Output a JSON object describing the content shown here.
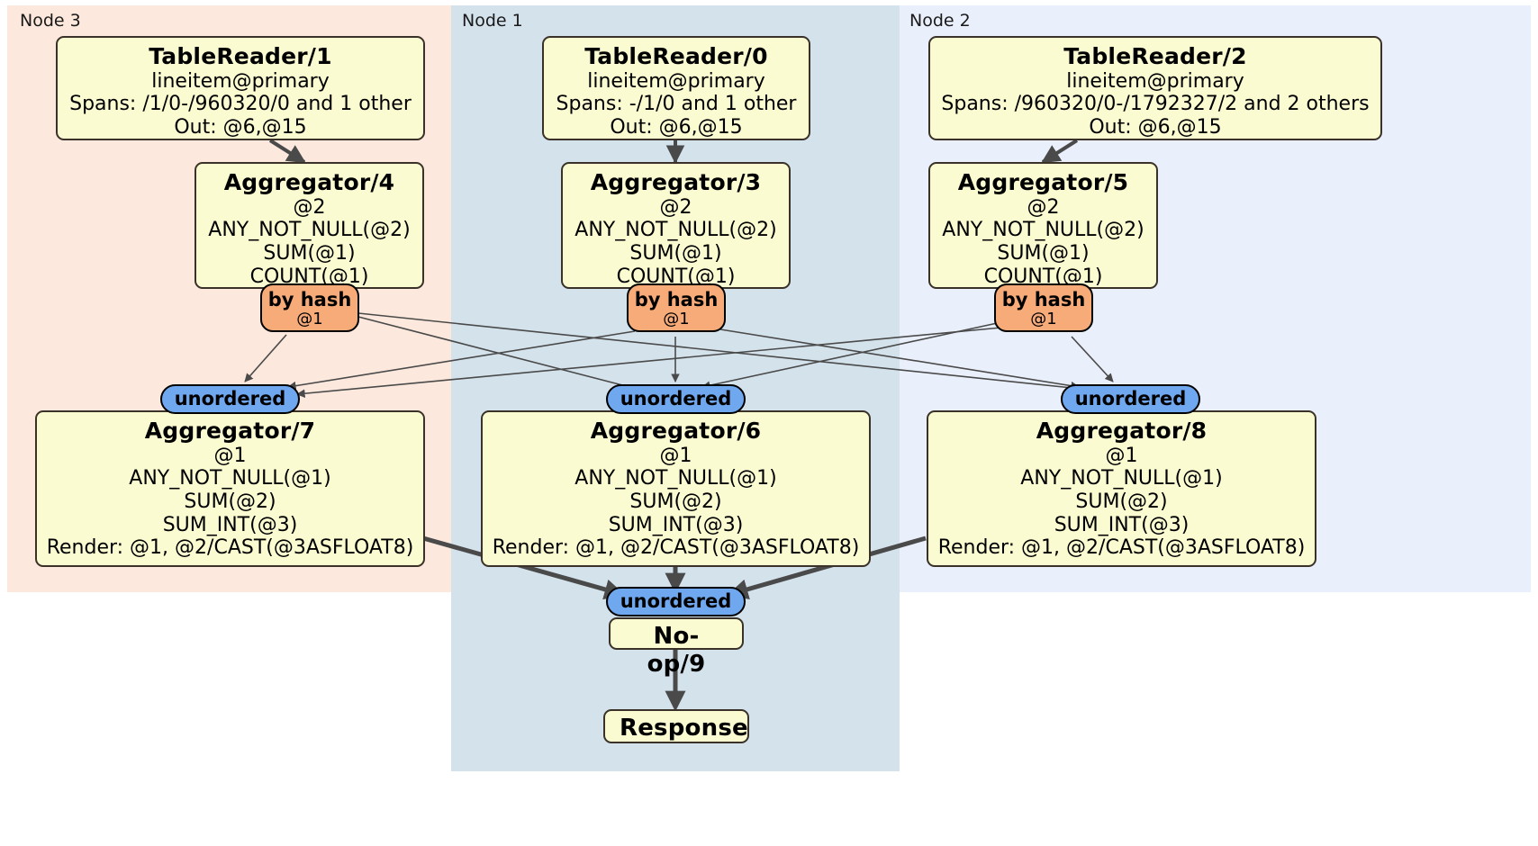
{
  "diagram": {
    "type": "distributed-query-plan",
    "colors": {
      "node3_bg": "#fce8dc",
      "node1_bg": "#d4e2ec",
      "node2_bg": "#eaf0fb",
      "box_fill": "#fbfbd2",
      "box_border": "#3a3228",
      "hash_fill": "#f6ab79",
      "unordered_fill": "#6fa8ef",
      "edge": "#4a4a4a"
    }
  },
  "regions": [
    {
      "id": "node3",
      "label": "Node 3"
    },
    {
      "id": "node1",
      "label": "Node 1"
    },
    {
      "id": "node2",
      "label": "Node 2"
    }
  ],
  "processors": {
    "table_reader_1": {
      "title": "TableReader/1",
      "lines": [
        "lineitem@primary",
        "Spans: /1/0-/960320/0 and 1 other",
        "Out: @6,@15"
      ]
    },
    "table_reader_0": {
      "title": "TableReader/0",
      "lines": [
        "lineitem@primary",
        "Spans: -/1/0 and 1 other",
        "Out: @6,@15"
      ]
    },
    "table_reader_2": {
      "title": "TableReader/2",
      "lines": [
        "lineitem@primary",
        "Spans: /960320/0-/1792327/2 and 2 others",
        "Out: @6,@15"
      ]
    },
    "aggregator_4": {
      "title": "Aggregator/4",
      "lines": [
        "@2",
        "ANY_NOT_NULL(@2)",
        "SUM(@1)",
        "COUNT(@1)"
      ]
    },
    "aggregator_3": {
      "title": "Aggregator/3",
      "lines": [
        "@2",
        "ANY_NOT_NULL(@2)",
        "SUM(@1)",
        "COUNT(@1)"
      ]
    },
    "aggregator_5": {
      "title": "Aggregator/5",
      "lines": [
        "@2",
        "ANY_NOT_NULL(@2)",
        "SUM(@1)",
        "COUNT(@1)"
      ]
    },
    "aggregator_7": {
      "title": "Aggregator/7",
      "lines": [
        "@1",
        "ANY_NOT_NULL(@1)",
        "SUM(@2)",
        "SUM_INT(@3)",
        "Render: @1, @2/CAST(@3ASFLOAT8)"
      ]
    },
    "aggregator_6": {
      "title": "Aggregator/6",
      "lines": [
        "@1",
        "ANY_NOT_NULL(@1)",
        "SUM(@2)",
        "SUM_INT(@3)",
        "Render: @1, @2/CAST(@3ASFLOAT8)"
      ]
    },
    "aggregator_8": {
      "title": "Aggregator/8",
      "lines": [
        "@1",
        "ANY_NOT_NULL(@1)",
        "SUM(@2)",
        "SUM_INT(@3)",
        "Render: @1, @2/CAST(@3ASFLOAT8)"
      ]
    },
    "noop_9": {
      "title": "No-op/9"
    },
    "response": {
      "title": "Response"
    }
  },
  "routers": {
    "hash_left": {
      "label": "by hash",
      "column": "@1"
    },
    "hash_center": {
      "label": "by hash",
      "column": "@1"
    },
    "hash_right": {
      "label": "by hash",
      "column": "@1"
    }
  },
  "synchronizers": {
    "unordered_left": {
      "label": "unordered"
    },
    "unordered_center": {
      "label": "unordered"
    },
    "unordered_right": {
      "label": "unordered"
    },
    "unordered_final": {
      "label": "unordered"
    }
  }
}
